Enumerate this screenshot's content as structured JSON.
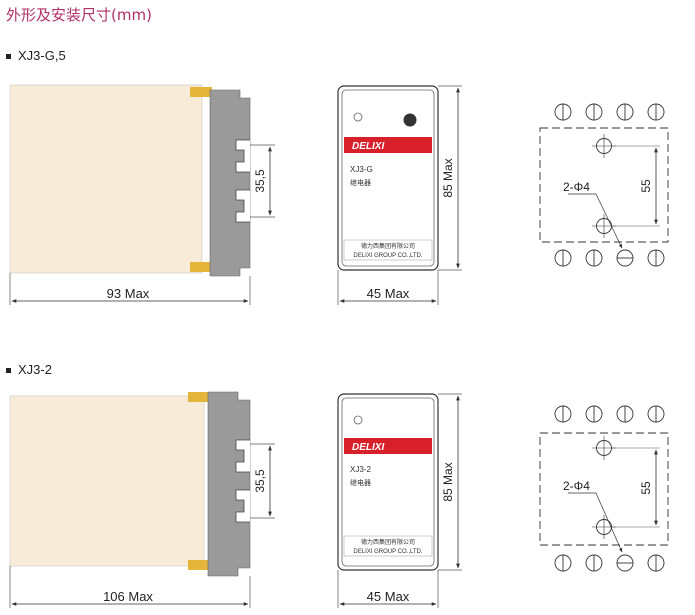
{
  "page": {
    "title": "外形及安装尺寸(mm)"
  },
  "sections": [
    {
      "model": "XJ3-G,5",
      "side_length": "93 Max",
      "clip_pitch": "35,5",
      "front": {
        "brand": "DELIXI",
        "model_text": "XJ3-G",
        "product_text": "继电器",
        "maker_cn": "德力西集团有限公司",
        "maker_en": "DELIXI GROUP CO.,LTD.",
        "width": "45 Max",
        "height": "85 Max"
      },
      "mounting": {
        "holes": "2-Φ4",
        "spacing": "55"
      }
    },
    {
      "model": "XJ3-2",
      "side_length": "106 Max",
      "clip_pitch": "35,5",
      "front": {
        "brand": "DELIXI",
        "model_text": "XJ3-2",
        "product_text": "继电器",
        "maker_cn": "德力西集团有限公司",
        "maker_en": "DELIXI GROUP CO.,LTD.",
        "width": "45 Max",
        "height": "85 Max"
      },
      "mounting": {
        "holes": "2-Φ4",
        "spacing": "55"
      }
    }
  ],
  "colors": {
    "body_fill": "#f8ecd8",
    "rail_fill": "#9a9a9a",
    "terminal_fill": "#e3b53a",
    "title_color": "#b0306a",
    "brand_band": "#d8202a"
  }
}
